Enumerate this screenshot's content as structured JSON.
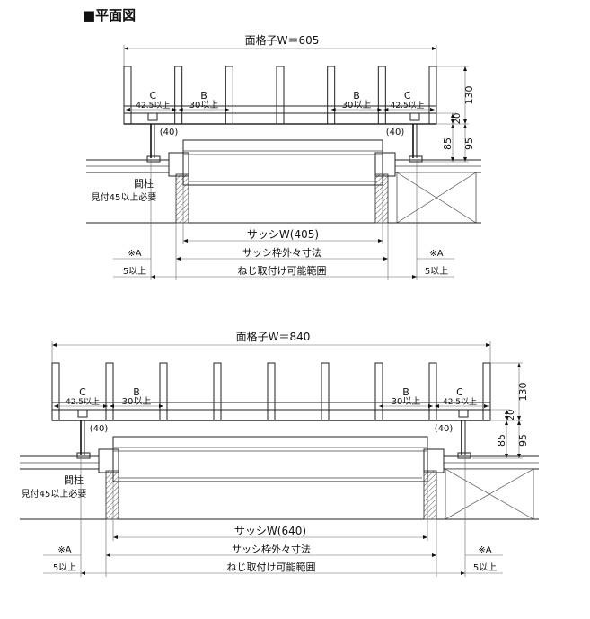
{
  "title": "■平面図",
  "plans": [
    {
      "grille_width_label": "面格子W＝605",
      "sash_width_label": "サッシW(405)",
      "label_c": "C",
      "label_b": "B",
      "min_c": "42.5以上",
      "min_b": "30以上",
      "gap_40": "(40)",
      "dim_130": "130",
      "dim_20": "20",
      "dim_85": "85",
      "dim_95": "95",
      "pillar_label": "間柱",
      "pillar_note": "見付45以上必要",
      "note_a": "※A",
      "min_5": "5以上",
      "sash_frame_label": "サッシ枠外々寸法",
      "screw_range_label": "ねじ取付け可能範囲",
      "bar_count": 7
    },
    {
      "grille_width_label": "面格子W＝840",
      "sash_width_label": "サッシW(640)",
      "label_c": "C",
      "label_b": "B",
      "min_c": "42.5以上",
      "min_b": "30以上",
      "gap_40": "(40)",
      "dim_130": "130",
      "dim_20": "20",
      "dim_85": "85",
      "dim_95": "95",
      "pillar_label": "間柱",
      "pillar_note": "見付45以上必要",
      "note_a": "※A",
      "min_5": "5以上",
      "sash_frame_label": "サッシ枠外々寸法",
      "screw_range_label": "ねじ取付け可能範囲",
      "bar_count": 9
    }
  ]
}
